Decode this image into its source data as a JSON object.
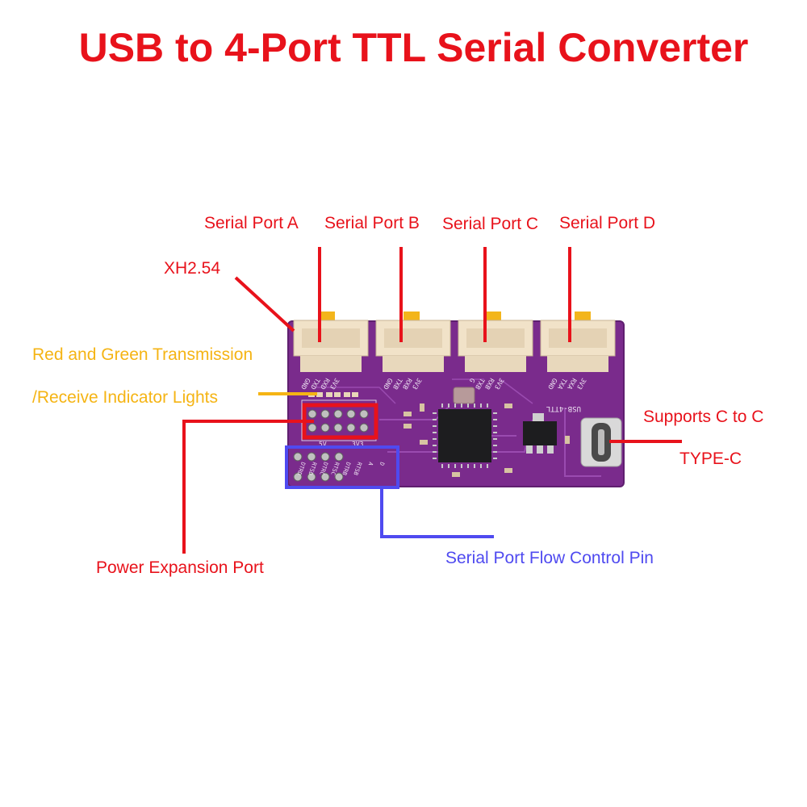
{
  "colors": {
    "annotation_red": "#e8121b",
    "annotation_yellow": "#f5b414",
    "annotation_blue": "#4f4af0",
    "pcb_purple": "#7a2b8c",
    "connector_beige": "#f1e2c8",
    "pin_gold": "#f3b51b"
  },
  "title": "USB to 4-Port TTL Serial Converter",
  "labels": {
    "port_a": "Serial Port A",
    "port_b": "Serial Port B",
    "port_c": "Serial Port C",
    "port_d": "Serial Port D",
    "xh": "XH2.54",
    "leds_line1": "Red and Green Transmission",
    "leds_line2": "/Receive Indicator Lights",
    "typec_line1": "Supports C to C",
    "typec_line2": "TYPE-C",
    "power_port": "Power Expansion Port",
    "flow_pins": "Serial Port Flow Control Pin"
  },
  "board": {
    "silkscreen_name": "USB-4TTL",
    "port_pins": [
      [
        "GND",
        "TXD",
        "RXD",
        "3V3"
      ],
      [
        "GND",
        "TXB",
        "RXB",
        "3V3"
      ],
      [
        "G",
        "TXB",
        "RXB",
        "3V3"
      ],
      [
        "GND",
        "TXA",
        "RXA",
        "3V3"
      ]
    ],
    "power_header_labels": [
      "5V",
      "3V3"
    ],
    "flow_pin_labels": [
      "DTRD",
      "RTSD",
      "DTRC",
      "RTSC",
      "DTRB",
      "RTSB",
      "A",
      "D"
    ]
  }
}
